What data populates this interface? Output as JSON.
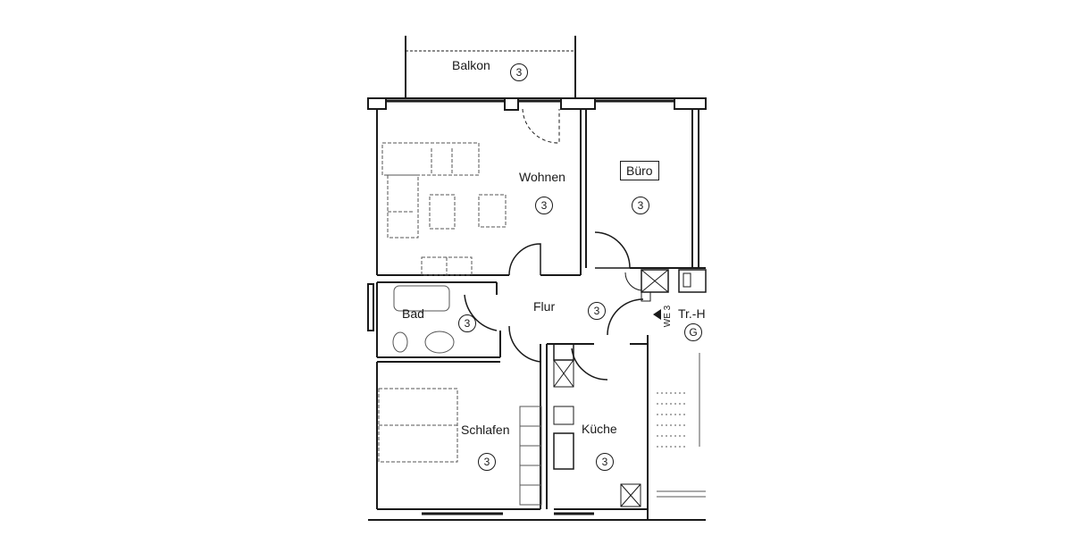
{
  "floorplan": {
    "unit_label": "WE 3",
    "stair_label": "Tr.-H",
    "stair_marker": "G",
    "rooms": [
      {
        "id": "balkon",
        "name": "Balkon",
        "number": "3"
      },
      {
        "id": "wohnen",
        "name": "Wohnen",
        "number": "3"
      },
      {
        "id": "buero",
        "name": "Büro",
        "number": "3"
      },
      {
        "id": "flur",
        "name": "Flur",
        "number": "3"
      },
      {
        "id": "bad",
        "name": "Bad",
        "number": "3"
      },
      {
        "id": "schlafen",
        "name": "Schlafen",
        "number": "3"
      },
      {
        "id": "kueche",
        "name": "Küche",
        "number": "3"
      }
    ],
    "colors": {
      "line": "#1a1a1a",
      "background": "#ffffff",
      "furniture": "#555555"
    }
  }
}
